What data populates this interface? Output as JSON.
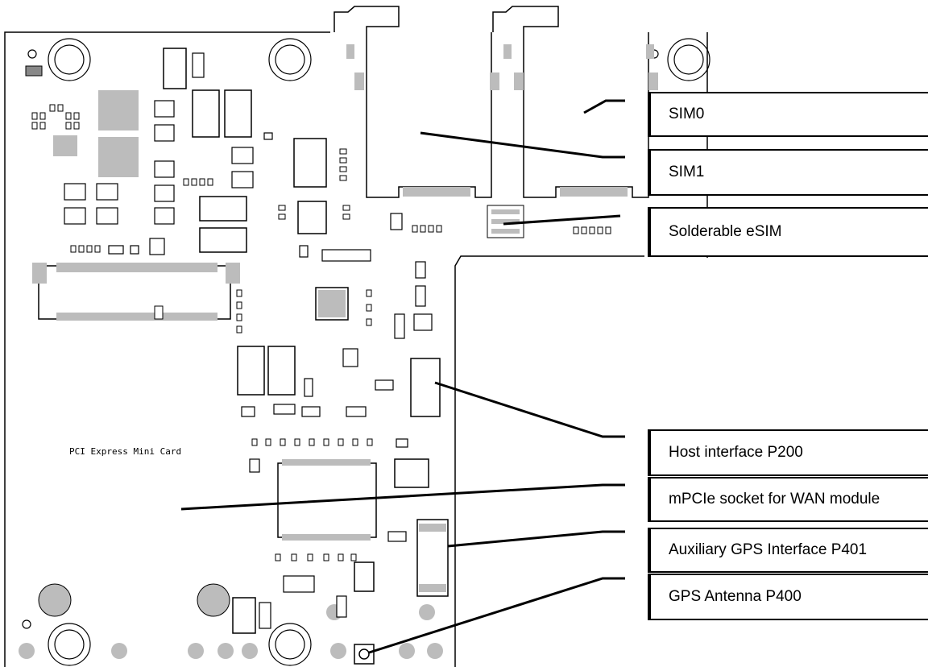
{
  "board": {
    "caption": "PCI Express Mini Card"
  },
  "callouts": [
    {
      "id": "sim0",
      "label": "SIM0"
    },
    {
      "id": "sim1",
      "label": "SIM1"
    },
    {
      "id": "esim",
      "label": "Solderable eSIM"
    },
    {
      "id": "host-interface",
      "label": "Host interface P200"
    },
    {
      "id": "mpcie-socket",
      "label": "mPCIe socket for WAN module"
    },
    {
      "id": "aux-gps",
      "label": "Auxiliary GPS Interface P401"
    },
    {
      "id": "gps-antenna",
      "label": "GPS Antenna P400"
    }
  ],
  "colors": {
    "pad": "#bcbcbc",
    "outline": "#000000",
    "background": "#ffffff"
  }
}
